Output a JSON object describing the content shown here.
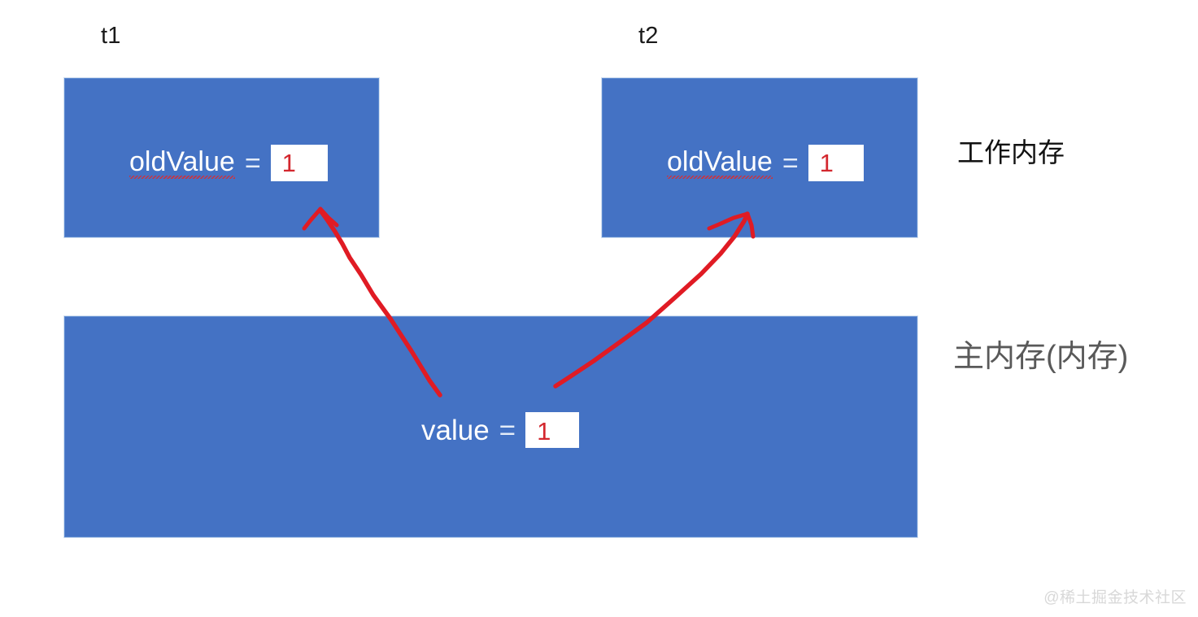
{
  "diagram": {
    "title_steps": [
      {
        "id": "t1",
        "label": "t1"
      },
      {
        "id": "t2",
        "label": "t2"
      }
    ],
    "thread1": {
      "var_name": "oldValue",
      "equals": "=",
      "value": "1"
    },
    "thread2": {
      "var_name": "oldValue",
      "equals": "=",
      "value": "1"
    },
    "main_memory": {
      "var_name": "value",
      "equals": "=",
      "value": "1"
    },
    "side_labels": {
      "working_memory": "工作内存",
      "main_memory": "主内存(内存)"
    },
    "watermark": "@稀土掘金技术社区",
    "colors": {
      "block_fill": "#4472C4",
      "block_border": "#5B8AD0",
      "arrow": "#e01b24",
      "value_text": "#d3272e",
      "var_text": "#ffffff",
      "spellcheck_underline": "#d0303a",
      "side_label_working": "#121212",
      "side_label_main": "#595959",
      "background": "#ffffff"
    }
  }
}
